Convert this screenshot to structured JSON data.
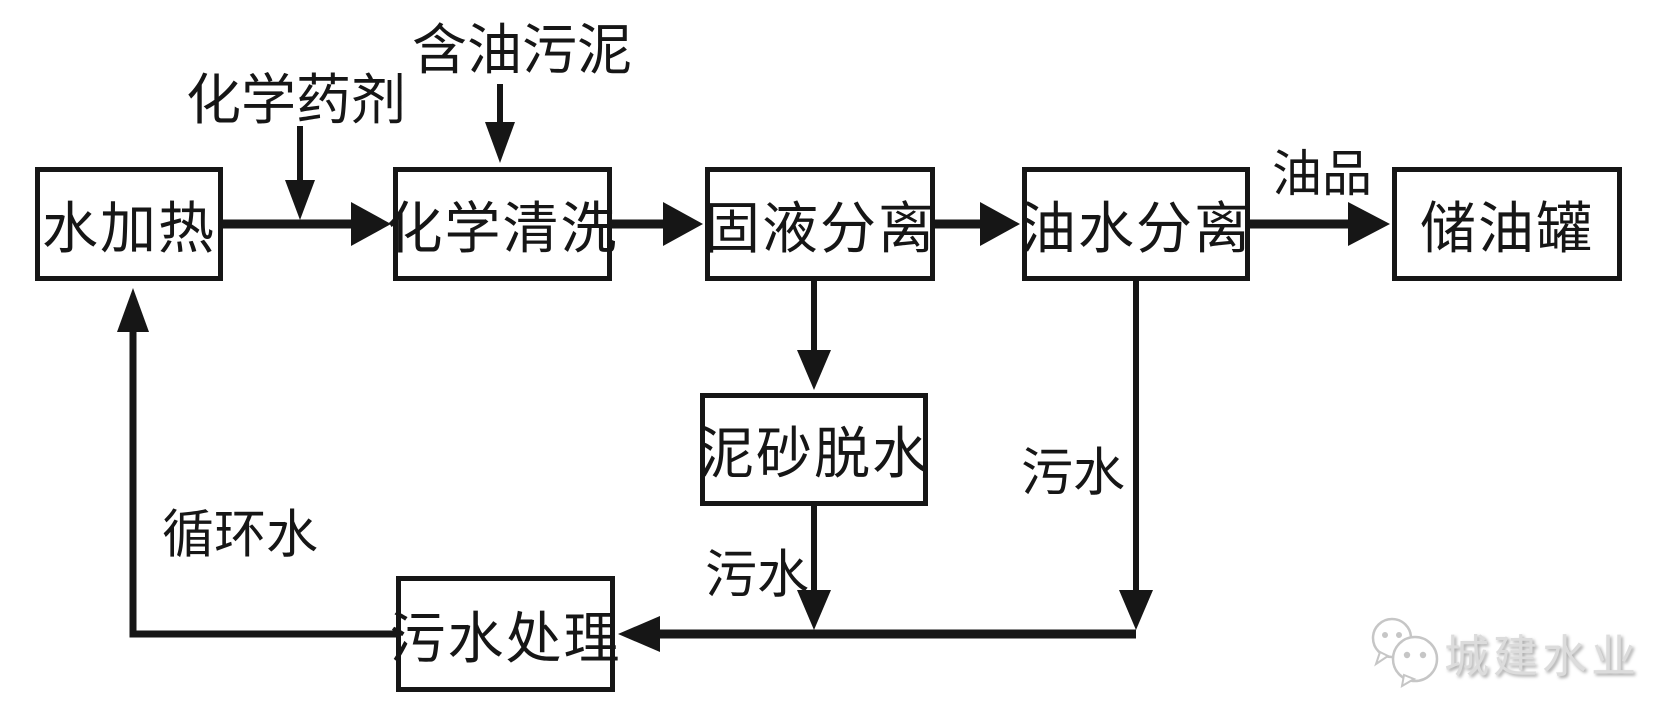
{
  "diagram": {
    "nodes": [
      {
        "id": "water-heating",
        "label": "水加热"
      },
      {
        "id": "chemical-cleaning",
        "label": "化学清洗"
      },
      {
        "id": "solid-liquid-separation",
        "label": "固液分离"
      },
      {
        "id": "oil-water-separation",
        "label": "油水分离"
      },
      {
        "id": "oil-storage-tank",
        "label": "储油罐"
      },
      {
        "id": "sediment-dewatering",
        "label": "泥砂脱水"
      },
      {
        "id": "wastewater-treatment",
        "label": "污水处理"
      }
    ],
    "flow_labels": {
      "chemical_agent": "化学药剂",
      "oily_sludge": "含油污泥",
      "oil_product": "油品",
      "wastewater_from_oil_separation": "污水",
      "wastewater_from_dewatering": "污水",
      "circulating_water": "循环水"
    },
    "watermark": {
      "brand": "城建水业"
    },
    "colors": {
      "line": "#161616",
      "text": "#161616",
      "watermark": "#dcdcdc",
      "background": "#ffffff"
    }
  }
}
